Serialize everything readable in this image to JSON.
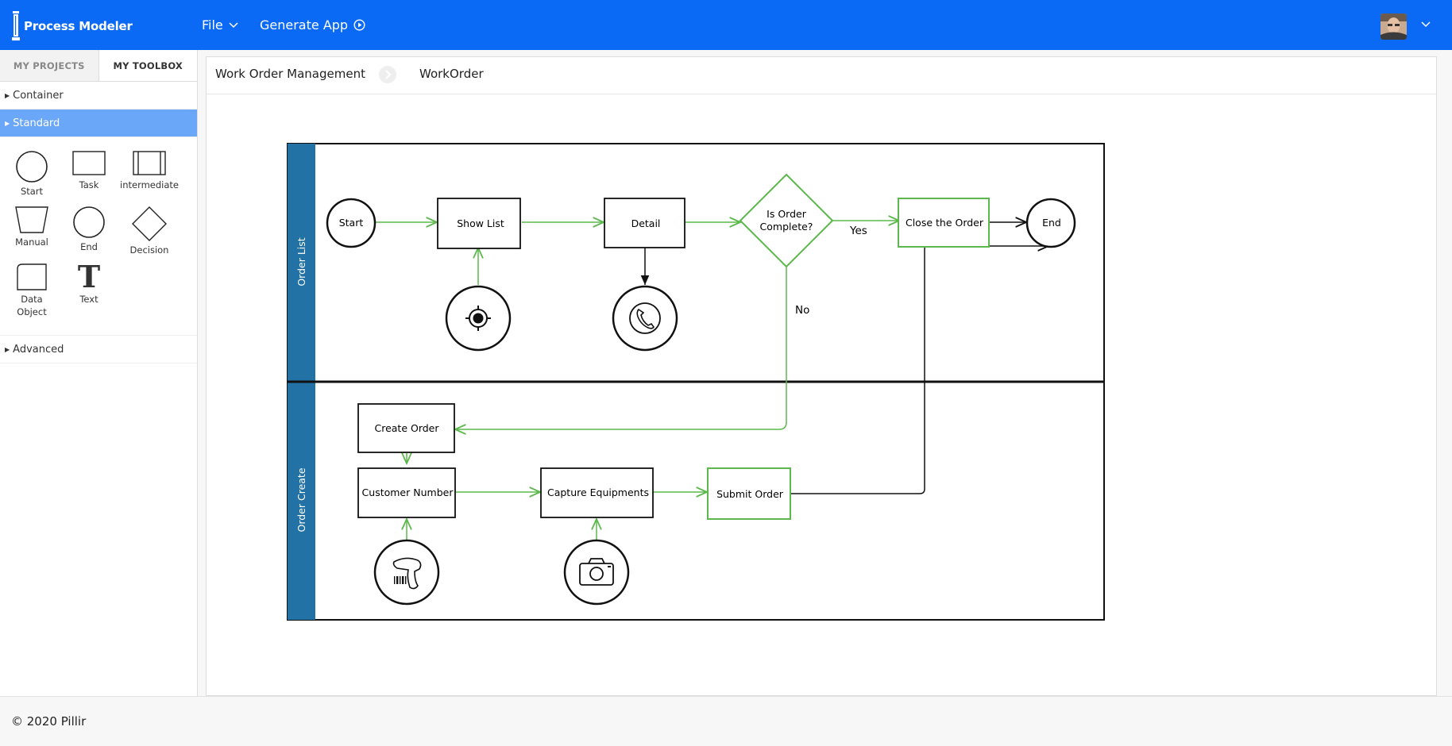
{
  "header": {
    "brand": "Process Modeler",
    "menu": {
      "file": "File",
      "generate": "Generate App"
    }
  },
  "sidebar": {
    "tabs": [
      "MY PROJECTS",
      "MY TOOLBOX"
    ],
    "active_tab": "MY TOOLBOX",
    "sections": {
      "container": "Container",
      "standard": "Standard",
      "advanced": "Advanced"
    },
    "palette": [
      "Start",
      "Task",
      "intermediate",
      "Manual",
      "End",
      "Decision",
      "Data Object",
      "Text"
    ]
  },
  "breadcrumb": {
    "project": "Work Order Management",
    "process": "WorkOrder"
  },
  "diagram": {
    "lanes": [
      "Order List",
      "Order Create"
    ],
    "nodes": {
      "start": "Start",
      "show_list": "Show List",
      "detail": "Detail",
      "decision_line1": "Is Order",
      "decision_line2": "Complete?",
      "close_order": "Close the Order",
      "end": "End",
      "create_order": "Create Order",
      "customer_number": "Customer Number",
      "capture_equipments": "Capture Equipments",
      "submit_order": "Submit Order"
    },
    "edge_labels": {
      "yes": "Yes",
      "no": "No"
    },
    "colors": {
      "lane_header": "#2272a6",
      "accent_green": "#5cb84c",
      "header_blue": "#0a6af6",
      "selection_blue": "#6aa7f8"
    }
  },
  "footer": {
    "copyright": "© 2020 Pillir"
  }
}
